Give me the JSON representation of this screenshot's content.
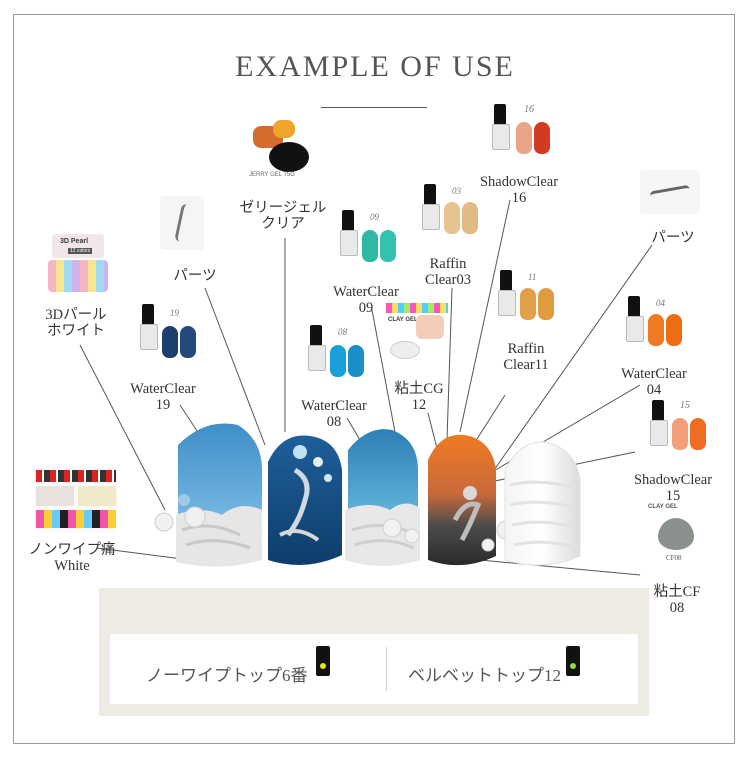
{
  "title": "Example of use",
  "labels": {
    "pearl": [
      "3Dパール",
      "ホワイト"
    ],
    "parts_left": [
      "パーツ"
    ],
    "jelly": [
      "ゼリージェル",
      "クリア"
    ],
    "wc19": [
      "WaterClear",
      "19"
    ],
    "wc09": [
      "WaterClear",
      "09"
    ],
    "wc08": [
      "WaterClear",
      "08"
    ],
    "raffin03": [
      "Raffin",
      "Clear03"
    ],
    "shadow16": [
      "ShadowClear",
      "16"
    ],
    "raffin11": [
      "Raffin",
      "Clear11"
    ],
    "clay_cg": [
      "粘土CG",
      "12"
    ],
    "parts_right": [
      "パーツ"
    ],
    "wc04": [
      "WaterClear",
      "04"
    ],
    "shadow15": [
      "ShadowClear",
      "15"
    ],
    "nowipe": [
      "ノンワイプ痛",
      "White"
    ],
    "clay_cf": [
      "粘土CF",
      "08"
    ]
  },
  "product_text": {
    "pearl_pack": "3D Pearl",
    "pearl_sub": "12 colors",
    "jelly_pack": "JERRY GEL 75G",
    "clay_gel_1": "CLAY GEL",
    "clay_gel_2": "CLAY GEL",
    "cf_code": "CF08",
    "b19": "19",
    "b09": "09",
    "b08": "08",
    "b03": "03",
    "b16": "16",
    "b11": "11",
    "b04": "04",
    "b15": "15"
  },
  "bottom": {
    "top6": "ノーワイプトップ6番",
    "velvet12": "ベルベットトップ12"
  },
  "colors": {
    "wc19": "#1d3f6e",
    "wc09": "#2fb8a6",
    "wc08": "#1aa0d8",
    "raffin03": "#e7c390",
    "shadow16": "#e9a587",
    "shadow16b": "#d23a22",
    "raffin11": "#e3a04a",
    "wc04": "#f07a22",
    "shadow15": "#f1a07a",
    "shadow15b": "#ef6d22",
    "clay_cf": "#8a8f8f"
  }
}
